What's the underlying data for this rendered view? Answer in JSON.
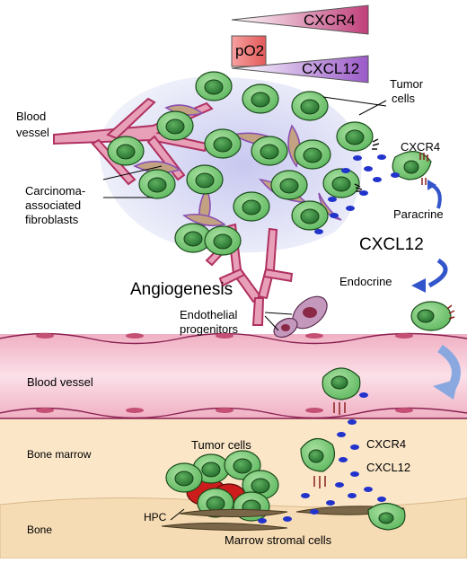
{
  "labels": {
    "gradient_cxcr4": "CXCR4",
    "gradient_po2": "pO2",
    "gradient_cxcl12": "CXCL12",
    "tumor_cells_top": "Tumor cells",
    "cxcr4_top": "CXCR4",
    "paracrine": "Paracrine",
    "cxcl12_mid": "CXCL12",
    "endocrine": "Endocrine",
    "blood_vessel_top": "Blood vessel",
    "carcinoma_fibroblasts": "Carcinoma-associated fibroblasts",
    "angiogenesis": "Angiogenesis",
    "endothelial_progenitors": "Endothelial progenitors",
    "blood_vessel_band": "Blood vessel",
    "bone_marrow": "Bone marrow",
    "tumor_cells_bottom": "Tumor cells",
    "cxcr4_bottom": "CXCR4",
    "cxcl12_bottom": "CXCL12",
    "hpc": "HPC",
    "bone": "Bone",
    "marrow_stromal_cells": "Marrow stromal cells"
  },
  "colors": {
    "tumor_cell": "#6cc46c",
    "tumor_nucleus": "#2e8a3a",
    "tumor_outline": "#1a4a1a",
    "ligand_dot": "#2233cc",
    "vessel": "#e8a0b8",
    "vessel_edge": "#b03060",
    "blood_band": "#f4c6d2",
    "bone_marrow": "#fbe7c8",
    "bone": "#f6dcb4",
    "fibroblast": "#b89a7c",
    "fibroblast_edge": "#8a50b0",
    "cxcr4_wedge": "#c0407a",
    "po2_box": "#e25a5a",
    "cxcl12_wedge": "#9a5ac8",
    "arrow": "#3355cc",
    "hpc_cell": "#cc1c1c",
    "stromal": "#7a6648"
  }
}
